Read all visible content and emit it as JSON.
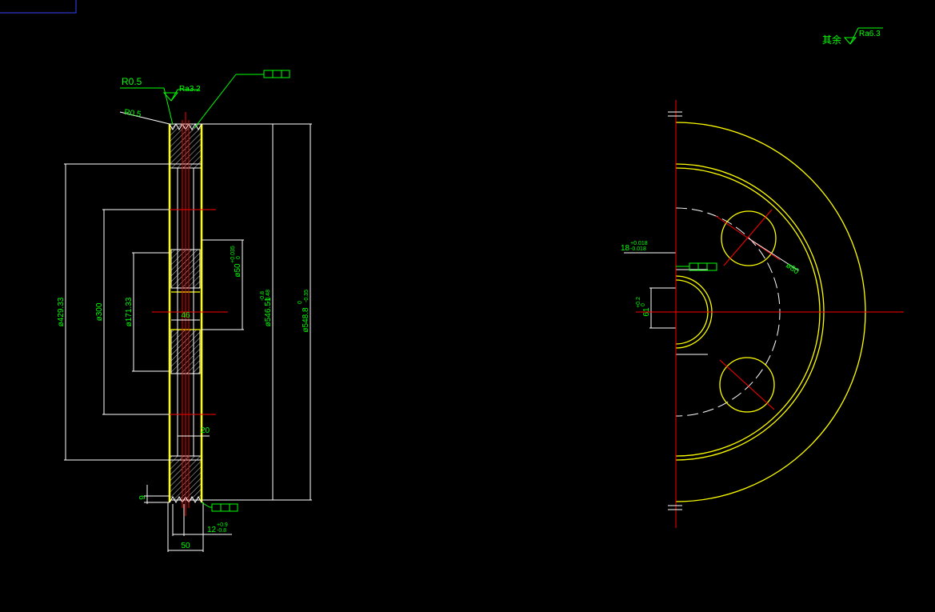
{
  "side_view": {
    "dims": {
      "r_top": "R0.5",
      "r_side": "R0.5",
      "ra": "Ra3.2",
      "dia_42933": "ø429.33",
      "dia_300": "ø300",
      "dia_17133": "ø171.33",
      "dia_50": "ø50",
      "dia_50_tol": "+0.035",
      "dia_50_tol2": "0",
      "width_46": "46",
      "dia_54651": "ø546.51",
      "dia_54651_tol": "-0.8",
      "dia_54651_tol2": "-0.48",
      "dia_5488": "ø548.8",
      "dia_5488_tol": "0",
      "dia_5488_tol2": "-0.35",
      "width_20": "20",
      "gap_9": "9",
      "slot_12": "12",
      "slot_12_tol": "+0.9",
      "slot_12_tol2": "-0.8",
      "width_50": "50"
    }
  },
  "front_view": {
    "dims": {
      "key_18": "18",
      "key_18_tol": "+0.018",
      "key_18_tol2": "-0.018",
      "key_61": "61",
      "key_61_tol": "+0.2",
      "key_61_tol2": "0",
      "hole_80": "ø80"
    }
  },
  "note": {
    "rest": "其余",
    "ra": "Ra6.3"
  }
}
